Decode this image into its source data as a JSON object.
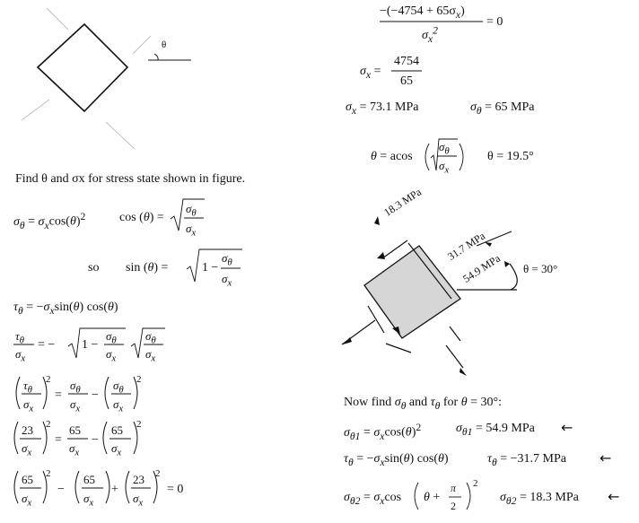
{
  "problem": "Find θ and σx for stress state shown in figure.",
  "left": {
    "eq1": "σθ = σx cos(θ)²",
    "eq_cos": "cos (θ) = √(σθ / σx)",
    "so": "so",
    "eq_sin": "sin (θ) = √(1 − σθ/σx)",
    "eq_tau": "τθ = −σx sin(θ) cos(θ)",
    "eq_ratio": "τθ/σx = −√(1 − σθ/σx) √(σθ/σx)",
    "eq_sq1": "(τθ/σx)² = σθ/σx − (σθ/σx)²",
    "eq_sq2": "(23/σx)² = 65/σx − (65/σx)²",
    "eq_sq3": "(65/σx)² − (65/σx) + (23/σx)² = 0",
    "n23": "23",
    "n65": "65",
    "exp2": "2",
    "zero": "= 0"
  },
  "right": {
    "eq_top": "−(−4754 + 65σx) / σx² = 0",
    "num_top": "−(−4754 + 65σ",
    "eq_sigx_frac": "σx = 4754 / 65",
    "n4754": "4754",
    "n65": "65",
    "eq_sigx": "σx = 73.1 MPa",
    "eq_sigtheta": "σθ = 65 MPa",
    "eq_theta": "θ = acos(√(σθ/σx))",
    "theta_val": "θ = 19.5°",
    "now_find": "Now find σθ and τθ for θ = 30°:",
    "eq_s1": "σθ1 = σx cos(θ)²",
    "res_s1": "σθ1 = 54.9 MPa",
    "eq_t": "τθ = −σx sin(θ) cos(θ)",
    "res_t": "τθ = −31.7 MPa",
    "eq_s2": "σθ2 = σx cos(θ + π/2)²",
    "res_s2": "σθ2 = 18.3 MPa",
    "arrow": "←"
  },
  "figure": {
    "label_18": "18.3 MPa",
    "label_31": "31.7 MPa",
    "label_54": "54.9 MPa",
    "theta_30": "θ = 30°",
    "theta_top": "θ"
  }
}
